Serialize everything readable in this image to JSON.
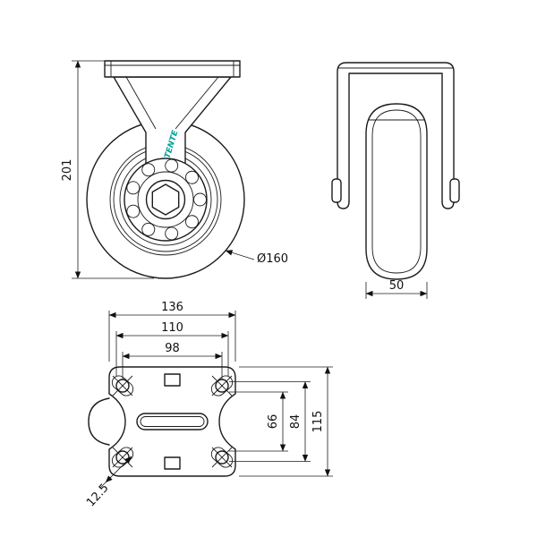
{
  "meta": {
    "background_color": "#ffffff",
    "line_color": "#1c1c1c",
    "brand_color": "#00a29a"
  },
  "brand": {
    "mark": "TENTE"
  },
  "front_view": {
    "height": "201",
    "wheel_diameter": "Ø160"
  },
  "side_view": {
    "wheel_width": "50"
  },
  "plate_view": {
    "plate_width": "136",
    "slot_spacing": "110",
    "hole_spacing": "98",
    "hole_spacing_min": "66",
    "hole_spacing_max": "84",
    "plate_depth": "115",
    "hole_width": "12.5"
  }
}
